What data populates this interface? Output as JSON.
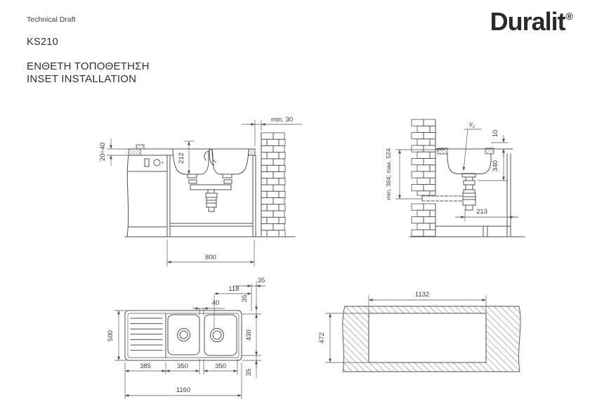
{
  "meta": {
    "background": "#ffffff",
    "line_color": "#4f4f4f",
    "text_color": "#3c3c3c",
    "brand_color": "#2a2a2a"
  },
  "header": {
    "doc_type": "Technical Draft",
    "model": "KS210",
    "title_greek": "ΕΝΘΕΤΗ ΤΟΠΟΘΕΤΗΣΗ",
    "title_english": "INSET INSTALLATION"
  },
  "brand": {
    "name": "Duralit",
    "registered": "®"
  },
  "front_view": {
    "dim_counter_thickness": "20÷40",
    "dim_bowl_depth": "212",
    "dim_wall_clearance": "min. 30",
    "dim_cabinet_width": "800"
  },
  "side_view": {
    "dim_drain_fraction": "³⁄₂",
    "dim_rim_height": "10",
    "dim_drain_depth": "340",
    "dim_drain_offset": "213",
    "dim_trap_range": "min. 364; max. 524"
  },
  "top_view": {
    "dim_width": "500",
    "dim_drainer": "385",
    "dim_bowl_left": "350",
    "dim_bowl_right": "350",
    "dim_total_length": "1160",
    "dim_edge_top": "35",
    "dim_tap_offset": "118",
    "dim_edge_right": "35",
    "dim_bowl_gap": "40",
    "dim_bowls_length": "430",
    "dim_edge_bottom": "35"
  },
  "cutout_view": {
    "dim_cutout_length": "1132",
    "dim_cutout_width": "472"
  }
}
